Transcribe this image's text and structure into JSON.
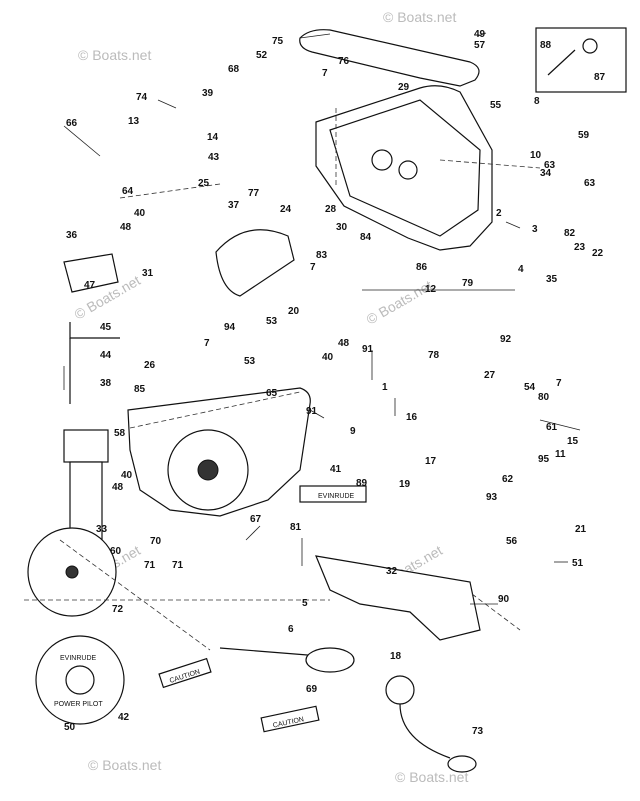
{
  "watermarks": [
    "© Boats.net",
    "© Boats.net",
    "© Boats.net",
    "© Boats.net",
    "© Boats.net",
    "© Boats.net",
    "© Boats.net",
    "© Boats.net"
  ],
  "decals": {
    "evinrude_plate": "EVINRUDE",
    "knob_disc_top": "EVINRUDE",
    "knob_disc_bottom": "POWER PILOT",
    "caution_1": "CAUTION",
    "caution_2": "CAUTION"
  },
  "callouts": [
    "1",
    "2",
    "3",
    "4",
    "5",
    "6",
    "7",
    "7",
    "7",
    "7",
    "8",
    "9",
    "10",
    "11",
    "12",
    "13",
    "14",
    "15",
    "16",
    "17",
    "18",
    "19",
    "20",
    "21",
    "22",
    "23",
    "24",
    "25",
    "26",
    "27",
    "28",
    "29",
    "30",
    "31",
    "32",
    "33",
    "34",
    "35",
    "36",
    "37",
    "38",
    "39",
    "40",
    "40",
    "40",
    "41",
    "42",
    "43",
    "44",
    "45",
    "47",
    "48",
    "48",
    "48",
    "49",
    "50",
    "51",
    "52",
    "53",
    "53",
    "54",
    "55",
    "56",
    "57",
    "58",
    "59",
    "60",
    "61",
    "62",
    "63",
    "63",
    "64",
    "65",
    "66",
    "67",
    "68",
    "69",
    "70",
    "71",
    "71",
    "72",
    "73",
    "74",
    "75",
    "76",
    "77",
    "78",
    "79",
    "80",
    "81",
    "82",
    "83",
    "84",
    "85",
    "86",
    "87",
    "88",
    "89",
    "90",
    "91",
    "91",
    "92",
    "93",
    "94",
    "95"
  ]
}
